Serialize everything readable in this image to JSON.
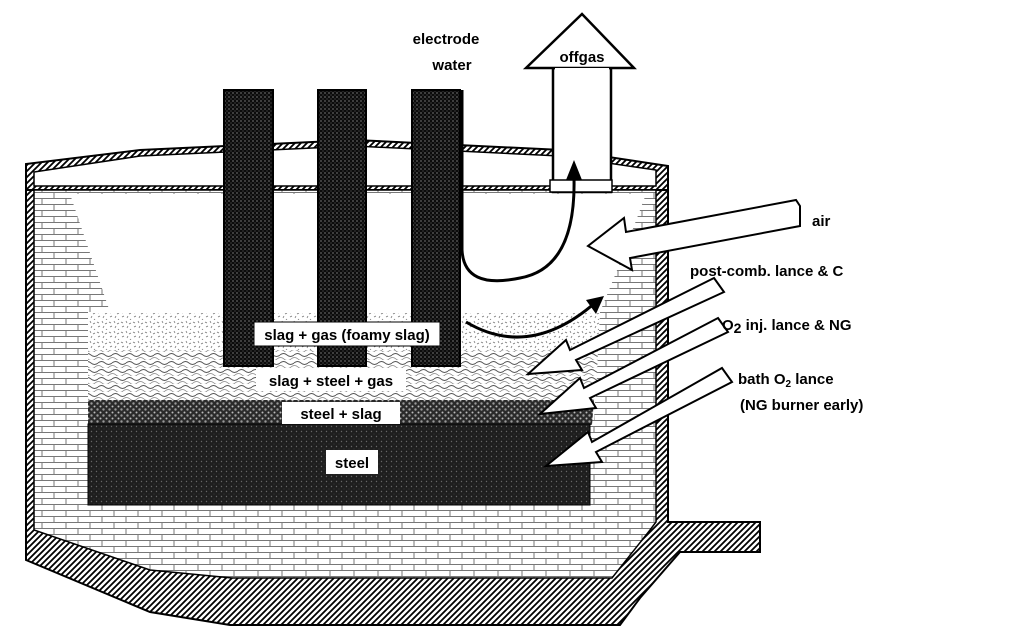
{
  "labels": {
    "electrode": "electrode",
    "water": "water",
    "offgas": "offgas",
    "air": "air",
    "post_comb": "post-comb. lance & C",
    "o2_inj_prefix": "O",
    "o2_inj_sub": "2",
    "o2_inj_suffix": " inj. lance & NG",
    "bath_prefix": "bath O",
    "bath_sub": "2",
    "bath_suffix": " lance",
    "ng_burner": "(NG burner early)",
    "foamy_slag": "slag + gas (foamy slag)",
    "slag_steel_gas": "slag + steel + gas",
    "steel_slag": "steel + slag",
    "steel": "steel"
  },
  "colors": {
    "ink": "#000000",
    "paper": "#ffffff",
    "brick": "#8a8a8a"
  }
}
